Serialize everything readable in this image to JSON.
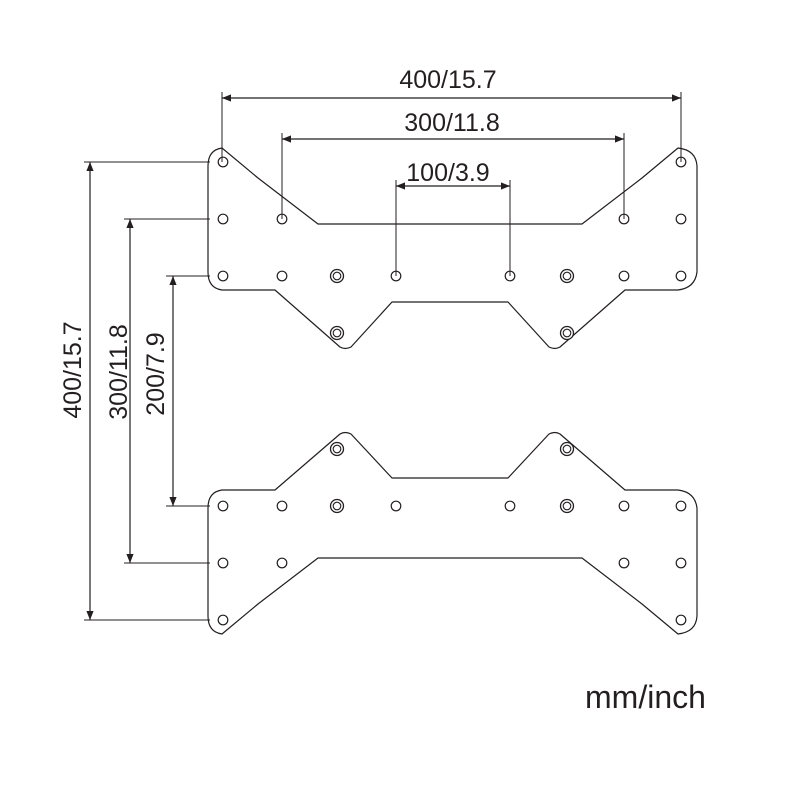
{
  "dimensions": {
    "h400": "400/15.7",
    "h300": "300/11.8",
    "h100": "100/3.9",
    "v400": "400/15.7",
    "v300": "300/11.8",
    "v200": "200/7.9"
  },
  "unit_label": "mm/inch"
}
